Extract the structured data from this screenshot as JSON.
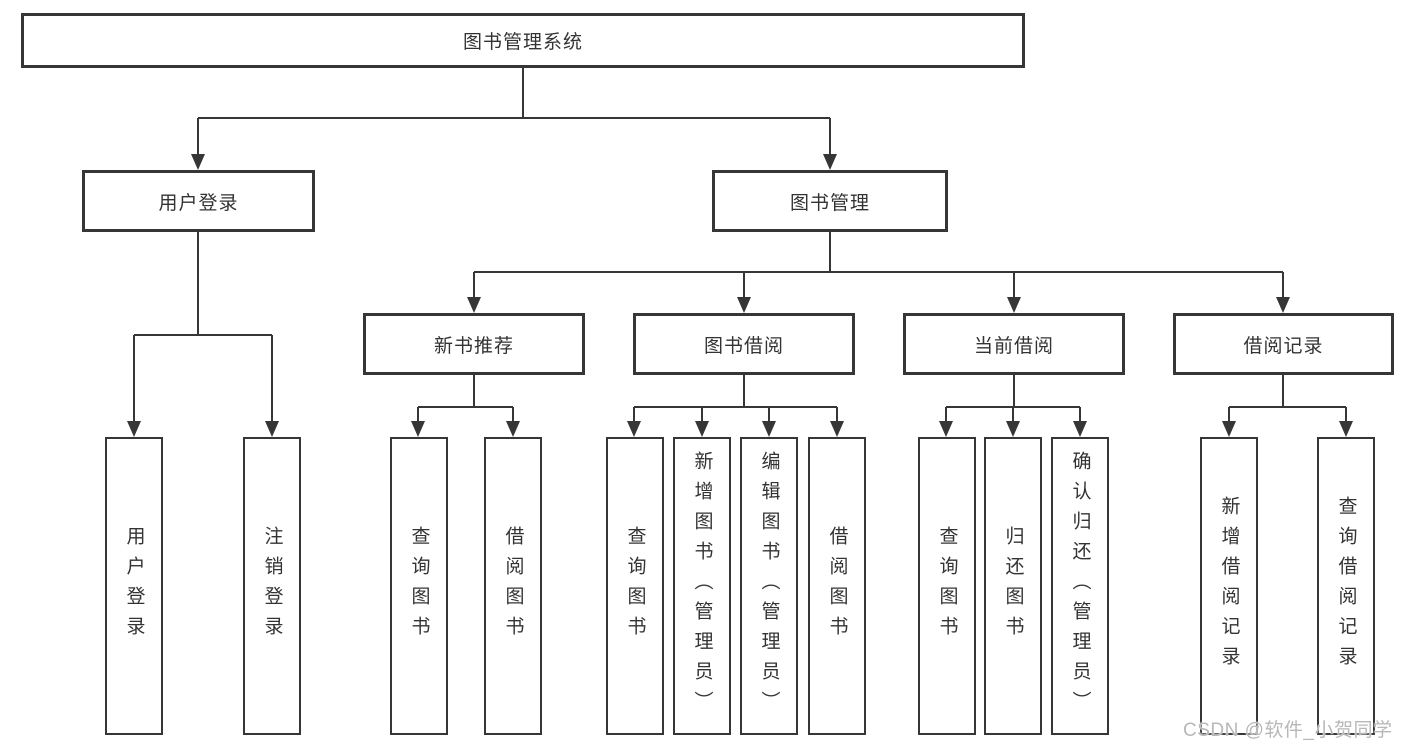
{
  "nodes": {
    "root": "图书管理系统",
    "user_login": "用户登录",
    "book_mgmt": "图书管理",
    "new_books": "新书推荐",
    "book_borrow": "图书借阅",
    "current_borrow": "当前借阅",
    "borrow_records": "借阅记录",
    "leaves": {
      "user_login": [
        "用户登录",
        "注销登录"
      ],
      "new_books": [
        "查询图书",
        "借阅图书"
      ],
      "book_borrow": [
        "查询图书",
        "新增图书（管理员）",
        "编辑图书（管理员）",
        "借阅图书"
      ],
      "current_borrow": [
        "查询图书",
        "归还图书",
        "确认归还（管理员）"
      ],
      "borrow_records": [
        "新增借阅记录",
        "查询借阅记录"
      ]
    }
  },
  "watermark": {
    "text": "CSDN @软件_小贺同学",
    "color": "#b8b8b8"
  },
  "colors": {
    "line": "#363636",
    "text": "#333333",
    "background": "#ffffff"
  }
}
